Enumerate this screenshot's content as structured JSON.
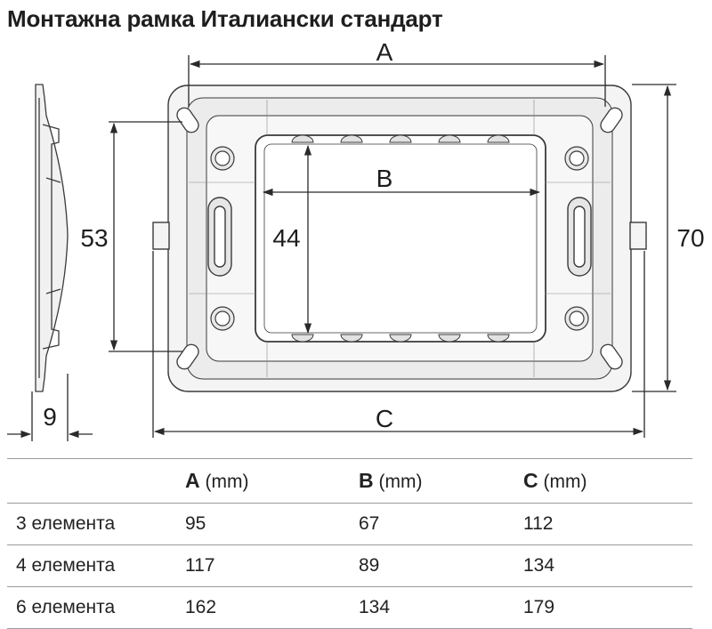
{
  "title": "Монтажна рамка Италиански стандарт",
  "drawing": {
    "label_a": "A",
    "label_b": "B",
    "label_c": "C",
    "dim_height_outer": "70",
    "dim_height_mounting": "53",
    "dim_height_opening": "44",
    "dim_depth": "9"
  },
  "table": {
    "headers": [
      {
        "letter": "",
        "unit": ""
      },
      {
        "letter": "A",
        "unit": " (mm)"
      },
      {
        "letter": "B",
        "unit": " (mm)"
      },
      {
        "letter": "C",
        "unit": " (mm)"
      }
    ],
    "rows": [
      {
        "label": "3 елемента",
        "a": "95",
        "b": "67",
        "c": "112"
      },
      {
        "label": "4 елемента",
        "a": "117",
        "b": "89",
        "c": "134"
      },
      {
        "label": "6 елемента",
        "a": "162",
        "b": "134",
        "c": "179"
      }
    ]
  },
  "colors": {
    "line": "#3a3a3a",
    "frame_fill": "#f2f2f2"
  }
}
